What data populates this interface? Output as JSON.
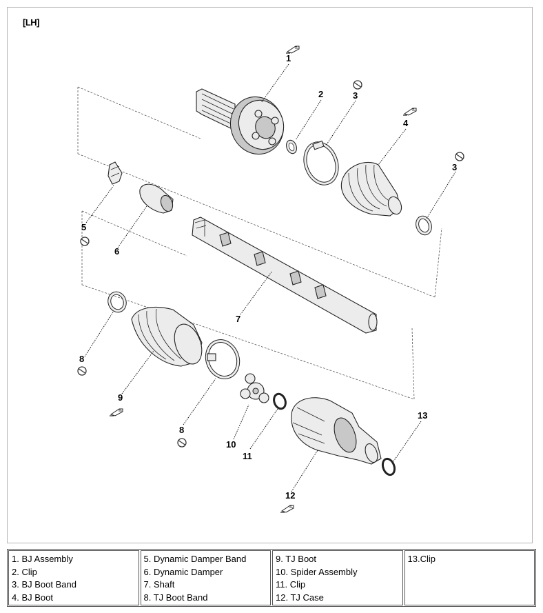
{
  "view_label": "[LH]",
  "callouts": {
    "c1": "1",
    "c2": "2",
    "c3a": "3",
    "c3b": "3",
    "c4": "4",
    "c5": "5",
    "c6": "6",
    "c7": "7",
    "c8a": "8",
    "c8b": "8",
    "c9": "9",
    "c10": "10",
    "c11": "11",
    "c12": "12",
    "c13": "13"
  },
  "legend": {
    "col1": [
      "1. BJ Assembly",
      "2. Clip",
      "3. BJ Boot Band",
      "4. BJ Boot"
    ],
    "col2": [
      "5. Dynamic Damper Band",
      "6. Dynamic Damper",
      "7. Shaft",
      "8. TJ Boot Band"
    ],
    "col3": [
      "9. TJ Boot",
      "10. Spider Assembly",
      "11. Clip",
      "12. TJ Case"
    ],
    "col4": [
      "13.Clip"
    ]
  },
  "icons": [
    "grease-icon",
    "replace-part-icon"
  ]
}
